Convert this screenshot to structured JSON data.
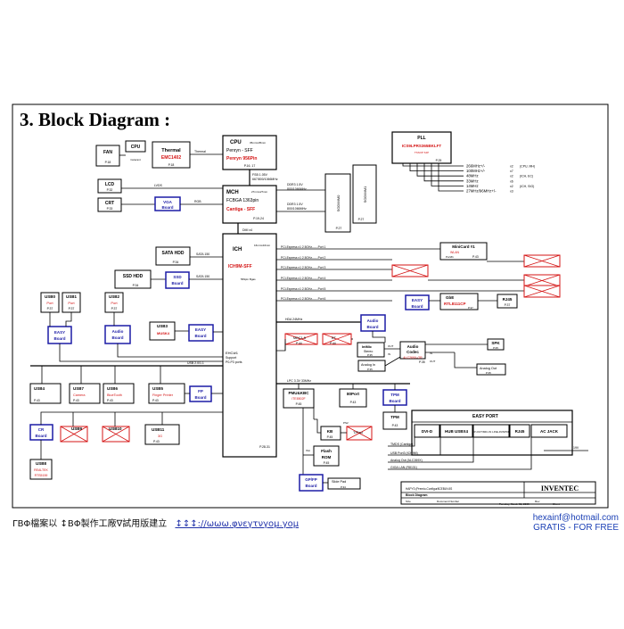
{
  "heading": "3. Block Diagram :",
  "footer": {
    "left_text": "ΓΒΦ檔案以 ↕ΒΦ製作工廠∇試用版建立",
    "left_link": "↕↕↕://ωωω.φνεγτνγομ.γομ",
    "email": "hexainf@hotmail.com",
    "notice": "GRATIS - FOR FREE"
  },
  "colors": {
    "accent_red": "#d41414",
    "navy": "#1c1ca6",
    "line": "#000000",
    "cross_fill": "#ffffff"
  },
  "blocks": {
    "fan": {
      "title": "FAN",
      "page": "P.18"
    },
    "cpu_small": {
      "title": "CPU",
      "sub": "Celerant"
    },
    "thermal": {
      "title": "Thermal",
      "part": "EMC1402",
      "page": "P.18"
    },
    "cpu": {
      "title": "CPU",
      "size": "35mmx35mm",
      "name": "Penryn - SFF",
      "part": "Penryn 956Pin",
      "page": "P.16, 17"
    },
    "pll": {
      "title": "PLL",
      "part": "ICS9LPRS365BKLFT",
      "sub": "TSSOP 64P",
      "page": "P.25"
    },
    "lcd": {
      "title": "LCD",
      "page": "P.32"
    },
    "crt": {
      "title": "CRT",
      "page": "P.33"
    },
    "vga": {
      "title": "VGA",
      "sub": "Board"
    },
    "mch": {
      "title": "MCH",
      "size": "27mmx27mm",
      "pkg": "FCBGA 1363pin",
      "part": "Cantiga - SFF",
      "page": "P.19-24"
    },
    "sodimm1": {
      "title": "SODIMM0"
    },
    "sodimm2": {
      "title": "SODIMM1",
      "page": "P.27"
    },
    "sata_hdd": {
      "title": "SATA HDD",
      "page": "P.34"
    },
    "ssd_hdd": {
      "title": "SSD HDD",
      "page": "P.34"
    },
    "ssd_board": {
      "title": "SSD",
      "sub": "Board"
    },
    "ich": {
      "title": "ICH",
      "size": "16mmx16mm",
      "part": "ICH9M-SFF",
      "pkg": "569pin Bgas",
      "ehci": "EHCI#1",
      "support": "Support",
      "ports": "P0-P3 ports",
      "page": "P.28-31"
    },
    "usb0": {
      "title": "USB0",
      "sub": "Port",
      "page": "P.37"
    },
    "usb1": {
      "title": "USB1",
      "sub": "Port",
      "page": "P.37"
    },
    "usb2": {
      "title": "USB2",
      "sub": "Port",
      "page": "P.37"
    },
    "easy1": {
      "title": "EASY",
      "sub": "Board"
    },
    "audio_board1": {
      "title": "Audio",
      "sub": "Board"
    },
    "usb3": {
      "title": "USB3",
      "sub": "MUSK4"
    },
    "easy2": {
      "title": "EASY",
      "sub": "Board"
    },
    "usb4": {
      "title": "USB4",
      "page": "P.43"
    },
    "usb7": {
      "title": "USB7",
      "sub": "Camera",
      "page": "P.43"
    },
    "usb6": {
      "title": "USB6",
      "sub": "BlueTooth",
      "page": "P.43"
    },
    "usb5": {
      "title": "USB5",
      "sub": "Finger Printer",
      "page": "P.43"
    },
    "fp_board": {
      "title": "FP",
      "sub": "Board"
    },
    "cr_board": {
      "title": "CR",
      "sub": "Board"
    },
    "usb9": {
      "title": "USB9"
    },
    "usb10": {
      "title": "USB10"
    },
    "usb11": {
      "title": "USB11",
      "sub": "3G",
      "page": "P.43"
    },
    "usb8": {
      "title": "USB8",
      "sub": "REALTEK",
      "part": "RTS5159"
    },
    "minicard": {
      "title": "MiniCard #1",
      "sub": "WLAN",
      "port": "Port#1",
      "page": "P.43"
    },
    "easy_gbe": {
      "title": "EASY",
      "sub": "Board"
    },
    "gbe": {
      "title": "GbE",
      "part": "RTL8111CP",
      "page": "P.37"
    },
    "rj45": {
      "title": "RJ45",
      "page": "P.37"
    },
    "audio_board2": {
      "title": "Audio",
      "sub": "Board"
    },
    "mdc": {
      "title": "MDC1.5",
      "page": "P.44"
    },
    "bt": {
      "title": "BT",
      "page": "P.44"
    },
    "int_mic": {
      "title": "IntMic",
      "sub": "Stereo",
      "page": "P.35"
    },
    "audio_codec": {
      "title": "Audio",
      "sub": "Codec",
      "part": "ALC269X-GR",
      "page": "P.35"
    },
    "analog_in": {
      "title": "Analog In",
      "page": "P.35"
    },
    "spk": {
      "title": "SPK",
      "page": "P.35"
    },
    "analog_out": {
      "title": "Analog Out",
      "page": "P.35"
    },
    "pmu": {
      "title": "PMU&KBC",
      "part": "ITE8502F",
      "page": "P.45"
    },
    "port80": {
      "title": "80Port",
      "page": "P.43"
    },
    "tpm_board": {
      "title": "TPM",
      "sub": "Board"
    },
    "tpm": {
      "title": "TPM",
      "page": "P.43"
    },
    "kb": {
      "title": "KB",
      "page": "P.45"
    },
    "touchpad": {
      "title": "T/Pad"
    },
    "flash": {
      "title": "Flash",
      "sub": "ROM",
      "page": "P.45"
    },
    "gp_board": {
      "title": "GP/FP",
      "sub": "Board"
    },
    "slide_pad": {
      "title": "Slide Pad",
      "page": "P.34"
    },
    "easy_port": {
      "title": "EASY PORT",
      "cols": [
        "DVI-D",
        "HUB USBX4",
        "HP-OUT/MIC-IN LINE-IN/SPDIF",
        "RJ45",
        "AC JACK"
      ],
      "lines": [
        "TMDS (Cantiga)",
        "USB Port3 (ICH9M)",
        "Analog Out (ALC269X)",
        "GIGA LAN (R8131)"
      ],
      "volt": "19V"
    }
  },
  "links": {
    "thermal_cpu": "Thermal",
    "fsb": "FSB 1.05V",
    "fsb_speed": "667/800/1066MHz",
    "ddr3_a": "DDR3 1.5V",
    "ddr3_a_speed": "800/1066MHz",
    "ddr3_b": "DDR3 1.5V",
    "ddr3_b_speed": "800/1066MHz",
    "lvds": "LVDS",
    "rgb": "RGB",
    "dmi": "DMI x4",
    "sata_a": "SATA 150",
    "sata_b": "SATA 150",
    "hda": "HDA 24MHz",
    "lpc": "LPC 3.3V 33MHz",
    "usb_bus": "USB 2.0/1.1",
    "pcie": [
      "PCI-Express x1 2.5GHz------Port 1",
      "PCI-Express x1 2.5GHz------Port 2",
      "PCI-Express x1 2.5GHz------Port 3",
      "PCI-Express x1 2.5GHz------Port 4",
      "PCI-Express x1 2.5GHz------Port 5",
      "PCI-Express x1 2.5GHz------Port 6"
    ],
    "isa": "ISA",
    "ps2": "PS2",
    "codec_ports": [
      "OUT",
      "IN",
      "IN",
      "OUT",
      "OUT"
    ]
  },
  "clocks": [
    {
      "freq": "266MHz+/-",
      "mult": "x2",
      "dest": "(CPU, MH)"
    },
    {
      "freq": "100MHz+/-",
      "mult": "x7",
      "dest": ""
    },
    {
      "freq": "48MHz",
      "mult": "x2",
      "dest": "(ICH, EC)"
    },
    {
      "freq": "33MHz",
      "mult": "x6",
      "dest": ""
    },
    {
      "freq": "14MHz",
      "mult": "x2",
      "dest": "(ICH, SIO)"
    },
    {
      "freq": "27MHz/96MHz+/-",
      "mult": "x3",
      "dest": ""
    }
  ],
  "title_block": {
    "company": "INVENTEC",
    "project": "HAPY3 (Premio-Configur8CEBUV4S",
    "doc": "Block Diagram",
    "size_label": "Size",
    "number_label": "Document Number",
    "rev_label": "Rev",
    "date": "Tuesday, March 31, 2009",
    "sheet": "Sheet"
  }
}
